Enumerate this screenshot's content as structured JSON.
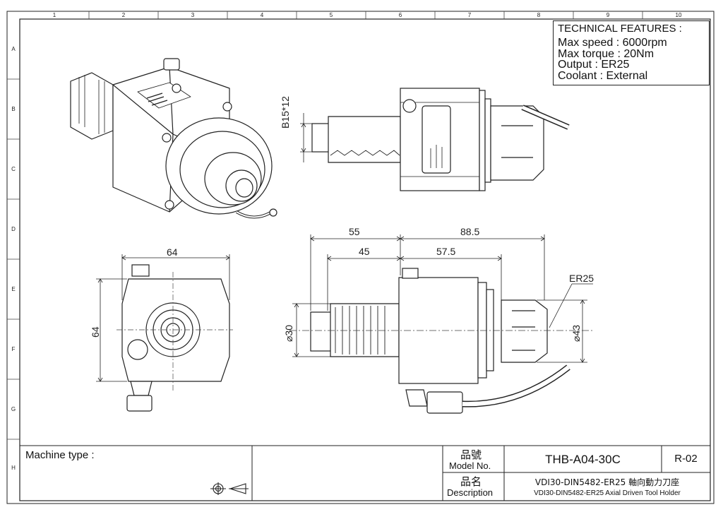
{
  "zones": {
    "columns": [
      "1",
      "2",
      "3",
      "4",
      "5",
      "6",
      "7",
      "8",
      "9",
      "10"
    ],
    "rows": [
      "A",
      "B",
      "C",
      "D",
      "E",
      "F",
      "G",
      "H"
    ]
  },
  "technical_features": {
    "title": "TECHNICAL FEATURES :",
    "lines": [
      "Max speed : 6000rpm",
      "Max torque : 20Nm",
      "Output : ER25",
      "Coolant : External"
    ]
  },
  "dimensions": {
    "spline": "B15*12",
    "width_top": "64",
    "height_left": "64",
    "len_55": "55",
    "len_88_5": "88.5",
    "len_45": "45",
    "len_57_5": "57.5",
    "collet": "ER25",
    "dia_30": "⌀30",
    "dia_43": "⌀43"
  },
  "title_block": {
    "machine_type_label": "Machine type :",
    "model_no_cn": "品號",
    "model_no_en": "Model No.",
    "model_no_value": "THB-A04-30C",
    "revision": "R-02",
    "description_cn": "品名",
    "description_en": "Description",
    "description_value_cn": "VDI30-DIN5482-ER25 軸向動力刀座",
    "description_value_en": "VDI30-DIN5482-ER25 Axial Driven Tool Holder"
  },
  "icons": [
    "projection-symbol-icon"
  ]
}
